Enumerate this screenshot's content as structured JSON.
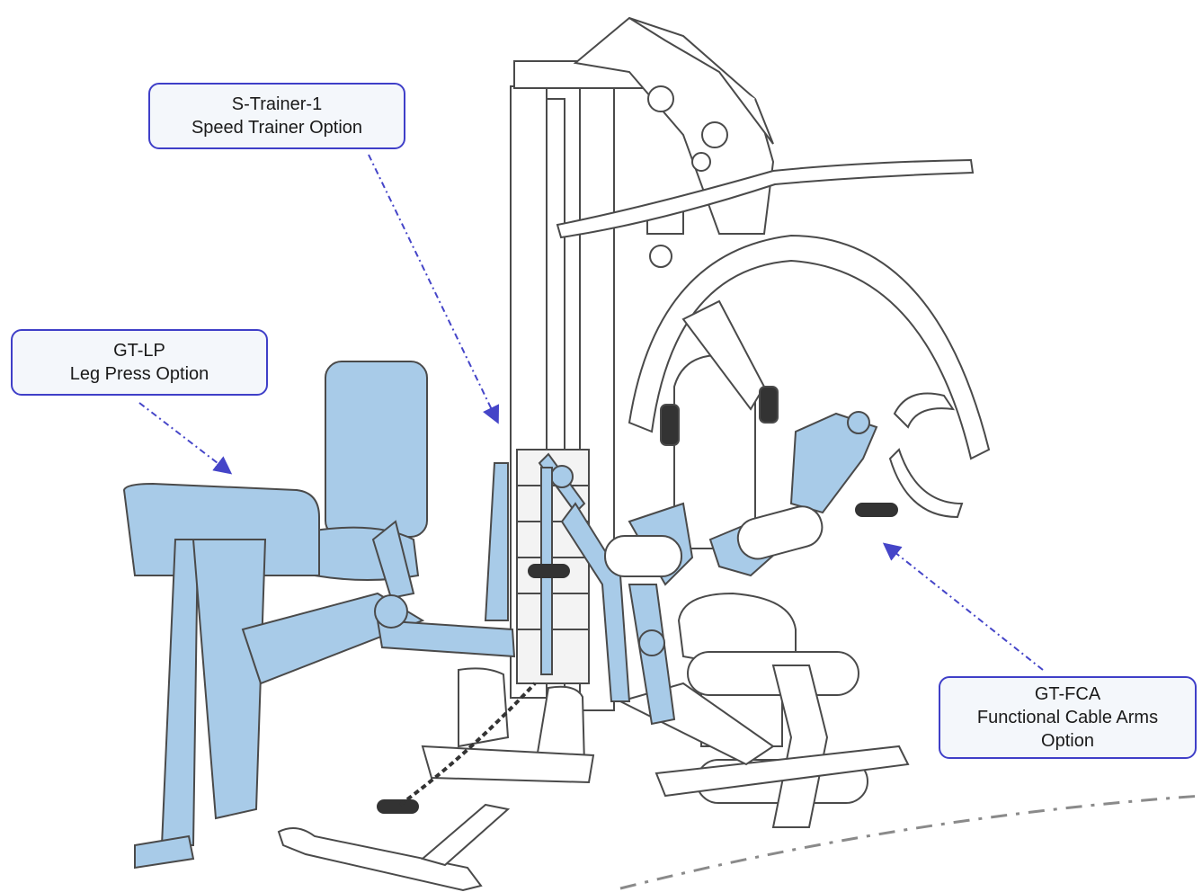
{
  "callouts": {
    "speed_trainer": {
      "code": "S-Trainer-1",
      "description": "Speed Trainer Option"
    },
    "leg_press": {
      "code": "GT-LP",
      "description": "Leg Press Option"
    },
    "cable_arms": {
      "code": "GT-FCA",
      "description": "Functional Cable Arms",
      "description2": "Option"
    }
  },
  "colors": {
    "option_highlight": "#a8cbe8",
    "callout_border": "#3f3fc8",
    "callout_fill": "#f4f7fb",
    "leader_line": "#4545c8",
    "outline": "#4a4a4a",
    "boundary_line": "#8a8a8a"
  }
}
